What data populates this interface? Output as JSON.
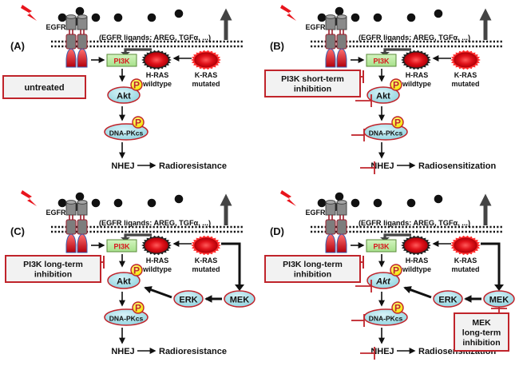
{
  "figure": {
    "panels": [
      {
        "id": "A",
        "label": "(A)",
        "receptor": "EGFR",
        "ligands_text": "(EGFR ligands: AREG, TGFα, ...)",
        "pi3k": "PI3K",
        "hras": [
          "H-RAS",
          "wildtype"
        ],
        "kras": [
          "K-RAS",
          "mutated"
        ],
        "akt": "Akt",
        "akt_italic": false,
        "dnapk": "DNA-PKcs",
        "phospho": "P",
        "nhej": "NHEJ",
        "outcome": "Radioresistance",
        "treatment_box": [
          "untreated"
        ],
        "inhibit_pi3k": false,
        "inhibit_downstream": false,
        "mek_branch": false
      },
      {
        "id": "B",
        "label": "(B)",
        "receptor": "EGFR",
        "ligands_text": "(EGFR ligands: AREG, TGFα, ...)",
        "pi3k": "PI3K",
        "hras": [
          "H-RAS",
          "wildtype"
        ],
        "kras": [
          "K-RAS",
          "mutated"
        ],
        "akt": "Akt",
        "akt_italic": false,
        "dnapk": "DNA-PKcs",
        "phospho": "P",
        "nhej": "NHEJ",
        "outcome": "Radiosensitization",
        "treatment_box": [
          "PI3K short-term",
          "inhibition"
        ],
        "inhibit_pi3k": true,
        "inhibit_downstream": true,
        "mek_branch": false
      },
      {
        "id": "C",
        "label": "(C)",
        "receptor": "EGFR",
        "ligands_text": "(EGFR ligands: AREG, TGFα, ...)",
        "pi3k": "PI3K",
        "hras": [
          "H-RAS",
          "wildtype"
        ],
        "kras": [
          "K-RAS",
          "mutated"
        ],
        "akt": "Akt",
        "akt_italic": false,
        "dnapk": "DNA-PKcs",
        "phospho": "P",
        "nhej": "NHEJ",
        "outcome": "Radioresistance",
        "treatment_box": [
          "PI3K long-term",
          "inhibition"
        ],
        "inhibit_pi3k": true,
        "inhibit_downstream": false,
        "mek_branch": true,
        "erk": "ERK",
        "mek": "MEK",
        "mek_box": null
      },
      {
        "id": "D",
        "label": "(D)",
        "receptor": "EGFR",
        "ligands_text": "(EGFR ligands: AREG, TGFα, ...)",
        "pi3k": "PI3K",
        "hras": [
          "H-RAS",
          "wildtype"
        ],
        "kras": [
          "K-RAS",
          "mutated"
        ],
        "akt": "Akt",
        "akt_italic": true,
        "dnapk": "DNA-PKcs",
        "phospho": "P",
        "nhej": "NHEJ",
        "outcome": "Radiosensitization",
        "treatment_box": [
          "PI3K long-term",
          "inhibition"
        ],
        "inhibit_pi3k": true,
        "inhibit_downstream": true,
        "mek_branch": true,
        "erk": "ERK",
        "mek": "MEK",
        "mek_box": [
          "MEK",
          "long-term",
          "inhibition"
        ]
      }
    ],
    "colors": {
      "inhibitor_red": "#c0242b",
      "node_fill": "#8fd3df",
      "node_stroke": "#c0242b",
      "pi3k_fill": "#a6e08a",
      "pi3k_text": "#d8141c",
      "ras_red": "#e0121a",
      "phospho_fill": "#f4e300",
      "box_fill": "#f2f2f2"
    }
  }
}
